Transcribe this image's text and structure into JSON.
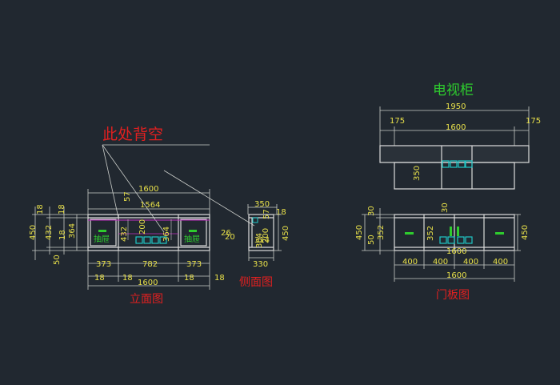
{
  "annotations": {
    "back_open_note": "此处背空",
    "drawer_label": "抽屉"
  },
  "titles": {
    "tv_cabinet": "电视柜",
    "elevation": "立面图",
    "side_view": "侧面图",
    "door_panel": "门板图"
  },
  "elevation": {
    "top_total": "1600",
    "top_inner": "1564",
    "v57": "57",
    "left_18a": "18",
    "left_18b": "18",
    "left_450": "450",
    "left_432": "432",
    "left_18c": "18",
    "left_364": "364",
    "left_50": "50",
    "inner_432": "432",
    "inner_200": "200",
    "inner_364": "364",
    "bottom_373a": "373",
    "bottom_782": "782",
    "bottom_373b": "373",
    "bottom_18a": "18",
    "bottom_18b": "18",
    "bottom_18c": "18",
    "bottom_18d": "18",
    "bottom_total": "1600"
  },
  "side": {
    "top_350": "350",
    "r_18": "18",
    "v_57": "57",
    "v_200": "200",
    "v_364": "364",
    "v_314": "314",
    "r_450": "450",
    "l_26": "26",
    "l_20": "20",
    "bottom_330": "330"
  },
  "top_view": {
    "total": "1950",
    "left_175": "175",
    "middle_1600": "1600",
    "right_175": "175",
    "depth_350": "350"
  },
  "door": {
    "v_30a": "30",
    "v_30b": "30",
    "l_450": "450",
    "l_50": "50",
    "l_352": "352",
    "m_352": "352",
    "r_450": "450",
    "b_400a": "400",
    "b_400b": "400",
    "b_400c": "400",
    "b_400d": "400",
    "total_1600_a": "1600",
    "total_1600_b": "1600"
  },
  "colors": {
    "background": "#212830",
    "dimension_text": "#e8e04a",
    "red_title": "#e02020",
    "green_title": "#2ecc2e",
    "cyan_outlet": "#1fc7c7",
    "magenta_line": "#c030c0"
  }
}
